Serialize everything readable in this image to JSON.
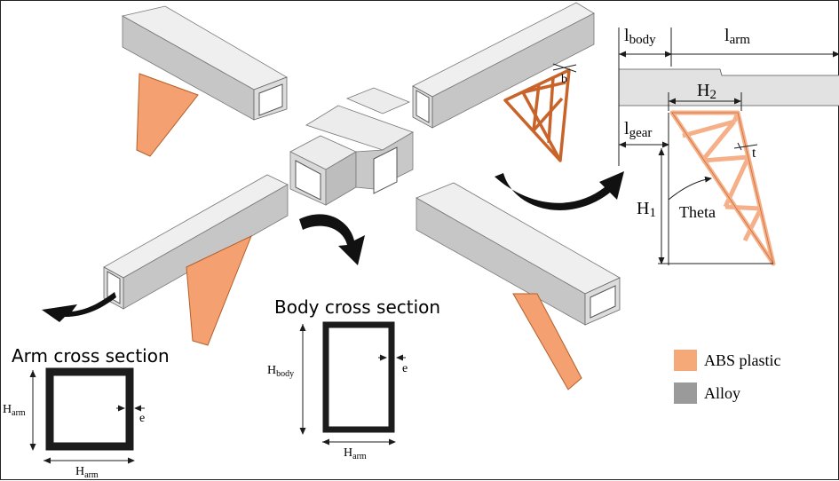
{
  "titles": {
    "arm_section": "Arm cross section",
    "body_section": "Body cross section"
  },
  "dims": {
    "h_arm": "H",
    "h_arm_sub": "arm",
    "h_body": "H",
    "h_body_sub": "body",
    "wall": "e",
    "l_body": "l",
    "l_body_sub": "body",
    "l_arm": "l",
    "l_arm_sub": "arm",
    "l_gear": "l",
    "l_gear_sub": "gear",
    "h1": "H",
    "h1_sub": "1",
    "h2": "H",
    "h2_sub": "2",
    "theta": "Theta",
    "t": "t",
    "b": "b"
  },
  "legend": [
    {
      "label": "ABS plastic",
      "color": "#f5a878"
    },
    {
      "label": "Alloy",
      "color": "#9a9a9a"
    }
  ],
  "colors": {
    "orange": "#f5a070",
    "orange_dark": "#d2773f",
    "truss": "#c8642a",
    "alloy_top": "#eeeeee",
    "alloy_side": "#c4c4c4",
    "alloy_dark": "#9a9a9a",
    "ink": "#1c1c1c"
  }
}
